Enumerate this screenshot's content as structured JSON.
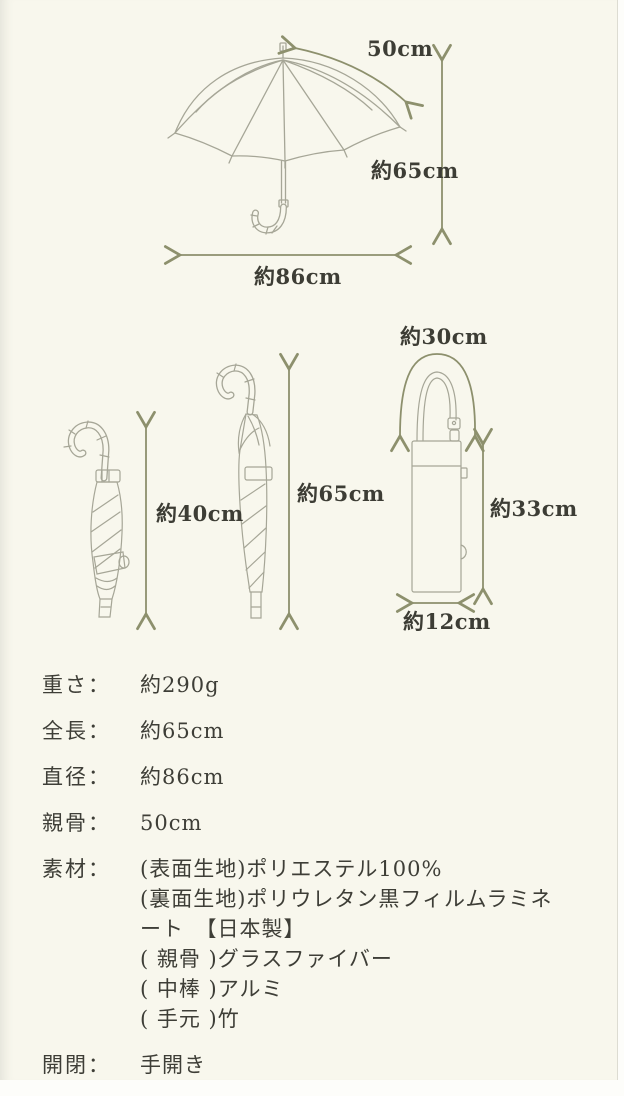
{
  "page": {
    "background_color": "#f8f7ed",
    "text_color": "#3e3e37",
    "arrow_color": "#8d906d",
    "line_art_color": "#a6a697"
  },
  "diagrams": {
    "open_umbrella": {
      "rib_length_label": "50cm",
      "total_length_label": "約65cm",
      "diameter_label": "約86cm"
    },
    "folded_umbrella": {
      "length_label": "約40cm"
    },
    "closed_umbrella": {
      "length_label": "約65cm"
    },
    "storage_bag": {
      "strap_label": "約30cm",
      "height_label": "約33cm",
      "width_label": "約12cm"
    }
  },
  "specs": {
    "rows": [
      {
        "label": "重さ：",
        "value": "約290g"
      },
      {
        "label": "全長：",
        "value": "約65cm"
      },
      {
        "label": "直径：",
        "value": "約86cm"
      },
      {
        "label": "親骨：",
        "value": "50cm"
      },
      {
        "label": "素材：",
        "value": "(表面生地)ポリエステル100%\n(裏面生地)ポリウレタン黒フィルムラミネ\nート　【日本製】\n( 親骨 )グラスファイバー\n( 中棒 )アルミ\n( 手元 )竹"
      },
      {
        "label": "開閉：",
        "value": "手開き"
      }
    ]
  }
}
